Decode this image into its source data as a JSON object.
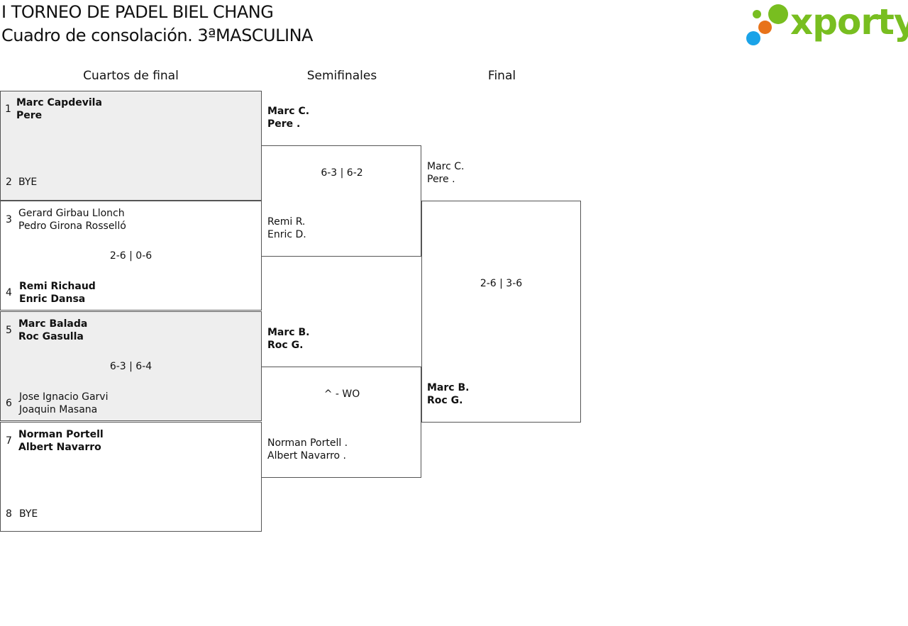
{
  "header": {
    "title": "I TORNEO DE PADEL BIEL CHANG",
    "subtitle": "Cuadro de consolación. 3ªMASCULINA"
  },
  "logo": {
    "text": "xporty",
    "colors": {
      "text": "#78be20",
      "dot_green": "#78be20",
      "dot_orange": "#e8731a",
      "dot_blue": "#1aa3e8"
    }
  },
  "rounds": {
    "quarterfinals": "Cuartos de final",
    "semifinals": "Semifinales",
    "final": "Final"
  },
  "quarterfinals": [
    {
      "seed_a": "1",
      "team_a": [
        "Marc Capdevila",
        "Pere"
      ],
      "seed_b": "2",
      "team_b": [
        "BYE"
      ],
      "score": ""
    },
    {
      "seed_a": "3",
      "team_a": [
        "Gerard Girbau Llonch",
        "Pedro Girona Rosselló"
      ],
      "seed_b": "4",
      "team_b": [
        "Remi Richaud",
        "Enric Dansa"
      ],
      "score": "2-6 | 0-6"
    },
    {
      "seed_a": "5",
      "team_a": [
        "Marc Balada",
        "Roc Gasulla"
      ],
      "seed_b": "6",
      "team_b": [
        "Jose Ignacio Garvi",
        "Joaquin Masana"
      ],
      "score": "6-3 | 6-4"
    },
    {
      "seed_a": "7",
      "team_a": [
        "Norman Portell",
        "Albert Navarro"
      ],
      "seed_b": "8",
      "team_b": [
        "BYE"
      ],
      "score": ""
    }
  ],
  "semifinals": [
    {
      "team_a": [
        "Marc C.",
        "Pere ."
      ],
      "team_b": [
        "Remi R.",
        "Enric D."
      ],
      "score": "6-3 | 6-2"
    },
    {
      "team_a": [
        "Marc B.",
        "Roc G."
      ],
      "team_b": [
        "Norman Portell .",
        "Albert Navarro ."
      ],
      "score": "^ - WO"
    }
  ],
  "final": {
    "team_a": [
      "Marc C.",
      "Pere ."
    ],
    "team_b": [
      "Marc B.",
      "Roc G."
    ],
    "score": "2-6 | 3-6"
  }
}
